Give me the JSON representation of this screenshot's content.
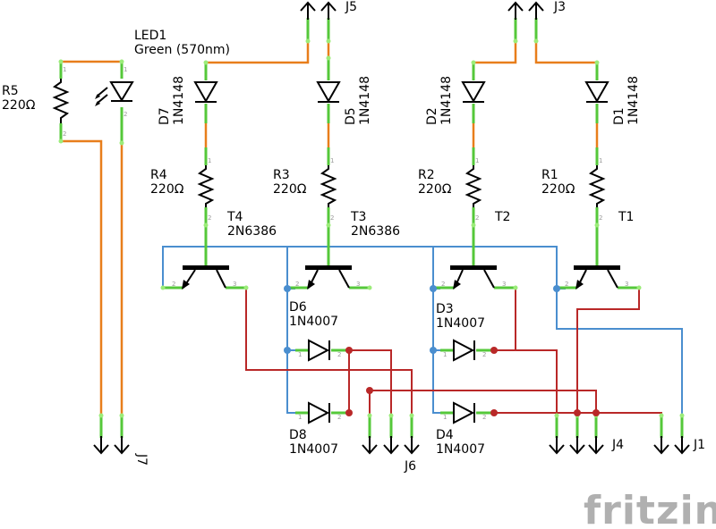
{
  "components": {
    "led1": {
      "ref": "LED1",
      "value": "Green (570nm)"
    },
    "r5": {
      "ref": "R5",
      "value": "220Ω"
    },
    "r4": {
      "ref": "R4",
      "value": "220Ω"
    },
    "r3": {
      "ref": "R3",
      "value": "220Ω"
    },
    "r2": {
      "ref": "R2",
      "value": "220Ω"
    },
    "r1": {
      "ref": "R1",
      "value": "220Ω"
    },
    "d7": {
      "ref": "D7",
      "value": "1N4148"
    },
    "d5": {
      "ref": "D5",
      "value": "1N4148"
    },
    "d2": {
      "ref": "D2",
      "value": "1N4148"
    },
    "d1": {
      "ref": "D1",
      "value": "1N4148"
    },
    "t4": {
      "ref": "T4",
      "value": "2N6386"
    },
    "t3": {
      "ref": "T3",
      "value": "2N6386"
    },
    "t2": {
      "ref": "T2",
      "value": ""
    },
    "t1": {
      "ref": "T1",
      "value": ""
    },
    "d6": {
      "ref": "D6",
      "value": "1N4007"
    },
    "d3": {
      "ref": "D3",
      "value": "1N4007"
    },
    "d8": {
      "ref": "D8",
      "value": "1N4007"
    },
    "d4": {
      "ref": "D4",
      "value": "1N4007"
    }
  },
  "connectors": {
    "j5": "J5",
    "j3": "J3",
    "j7": "J7",
    "j6": "J6",
    "j4": "J4",
    "j1": "J1"
  },
  "logo": "fritzing",
  "colors": {
    "wire_orange": "#e87e1b",
    "wire_green": "#55c83a",
    "wire_red": "#b92828",
    "wire_blue": "#4a8ecf",
    "logo_gray": "#b0b0b0"
  }
}
